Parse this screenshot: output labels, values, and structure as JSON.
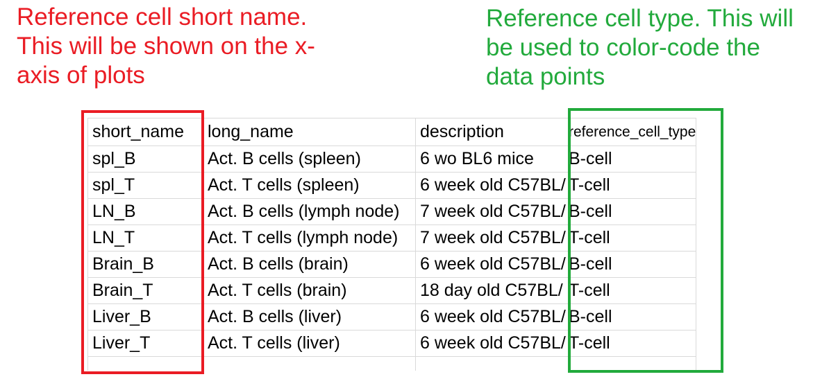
{
  "annotations": {
    "short_name_note": "Reference cell short name. This will be shown on the x-axis of plots",
    "cell_type_note": "Reference cell type. This will be used to color-code the data points"
  },
  "colors": {
    "red_highlight": "#ea1c24",
    "green_highlight": "#22aa3c",
    "gridline": "#d9d9d9"
  },
  "table": {
    "headers": [
      "short_name",
      "long_name",
      "description",
      "reference_cell_type"
    ],
    "rows": [
      [
        "spl_B",
        "Act. B cells (spleen)",
        "6 wo BL6 mice",
        "B-cell"
      ],
      [
        "spl_T",
        "Act. T cells (spleen)",
        "6 week old C57BL/",
        "T-cell"
      ],
      [
        "LN_B",
        "Act. B cells (lymph node)",
        "7 week old C57BL/",
        "B-cell"
      ],
      [
        "LN_T",
        "Act. T cells (lymph node)",
        "7 week old C57BL/",
        "T-cell"
      ],
      [
        "Brain_B",
        "Act. B cells (brain)",
        "6 week old C57BL/",
        "B-cell"
      ],
      [
        "Brain_T",
        "Act. T cells (brain)",
        "18 day old C57BL/",
        "T-cell"
      ],
      [
        "Liver_B",
        "Act. B cells (liver)",
        "6 week old C57BL/",
        "B-cell"
      ],
      [
        "Liver_T",
        "Act. T cells (liver)",
        "6 week old C57BL/",
        "T-cell"
      ]
    ]
  }
}
